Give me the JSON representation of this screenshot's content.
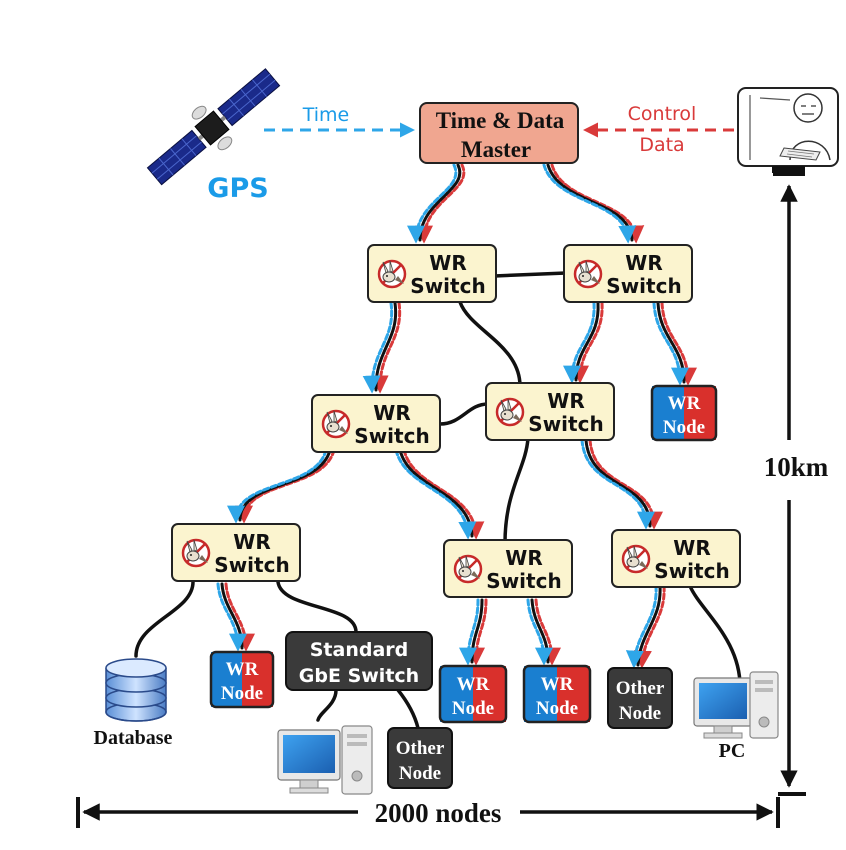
{
  "gps": {
    "label": "GPS"
  },
  "time_link": {
    "label": "Time"
  },
  "master": {
    "line1": "Time & Data",
    "line2": "Master"
  },
  "control_link": {
    "line1": "Control",
    "line2": "Data"
  },
  "switches": [
    {
      "line1": "WR",
      "line2": "Switch"
    },
    {
      "line1": "WR",
      "line2": "Switch"
    },
    {
      "line1": "WR",
      "line2": "Switch"
    },
    {
      "line1": "WR",
      "line2": "Switch"
    },
    {
      "line1": "WR",
      "line2": "Switch"
    },
    {
      "line1": "WR",
      "line2": "Switch"
    },
    {
      "line1": "WR",
      "line2": "Switch"
    }
  ],
  "wr_nodes": [
    {
      "line1": "WR",
      "line2": "Node"
    },
    {
      "line1": "WR",
      "line2": "Node"
    },
    {
      "line1": "WR",
      "line2": "Node"
    },
    {
      "line1": "WR",
      "line2": "Node"
    }
  ],
  "gbe_switch": {
    "line1": "Standard",
    "line2": "GbE Switch"
  },
  "other_nodes": [
    {
      "line1": "Other",
      "line2": "Node"
    },
    {
      "line1": "Other",
      "line2": "Node"
    }
  ],
  "database": {
    "label": "Database"
  },
  "pc": {
    "label": "PC"
  },
  "distance": {
    "label": "10km"
  },
  "scale": {
    "label": "2000 nodes"
  },
  "colors": {
    "master_fill": "#f0a690",
    "switch_fill": "#fbf4cf",
    "wr_blue": "#1a7fd0",
    "wr_red": "#d9302c",
    "dark_box": "#3a3a3a",
    "time_arrow": "#2ea6e8",
    "control_arrow": "#d93a3a"
  }
}
